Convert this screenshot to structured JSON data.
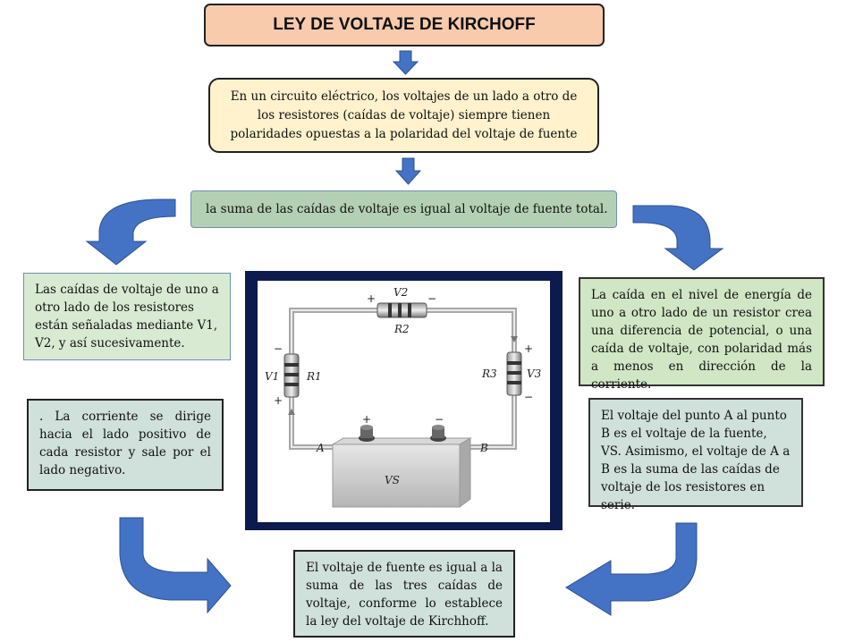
{
  "title": "LEY DE VOLTAJE DE KIRCHOFF",
  "intro": "En un circuito eléctrico, los voltajes de un lado a otro de los resistores (caídas de voltaje) siempre tienen polaridades opuestas a la polaridad del voltaje de fuente",
  "sum": "la suma de las caídas de voltaje es igual al voltaje de fuente total.",
  "top_left": "Las caídas de voltaje de uno a otro lado de los resistores están señaladas mediante V1, V2, y así sucesivamente.",
  "mid_left": ". La corriente se dirige hacia el lado positivo de cada resistor y sale por el lado negativo.",
  "top_right": "La caída en el nivel de energía de uno a otro lado de un resistor crea una diferencia de potencial, o una caída de voltaje, con polaridad más a menos en dirección de la corriente.",
  "mid_right": "El voltaje del punto A al punto B es el voltaje de la fuente, VS. Asimismo, el voltaje de A a B es la suma de las caídas de voltaje de los resistores en serie.",
  "bottom": "El voltaje de fuente es igual a la suma de las tres caídas de voltaje, conforme lo establece la ley del voltaje de Kirchhoff.",
  "circuit": {
    "v1": "V1",
    "r1": "R1",
    "v2": "V2",
    "r2": "R2",
    "v3": "V3",
    "r3": "R3",
    "vs": "VS",
    "a": "A",
    "b": "B",
    "plus": "+",
    "minus": "−"
  },
  "colors": {
    "title_bg": "#f8cbad",
    "intro_bg": "#fff2cc",
    "sum_bg": "#b4d0b4",
    "arrow": "#4472c4",
    "frame": "#0d1a4d"
  }
}
